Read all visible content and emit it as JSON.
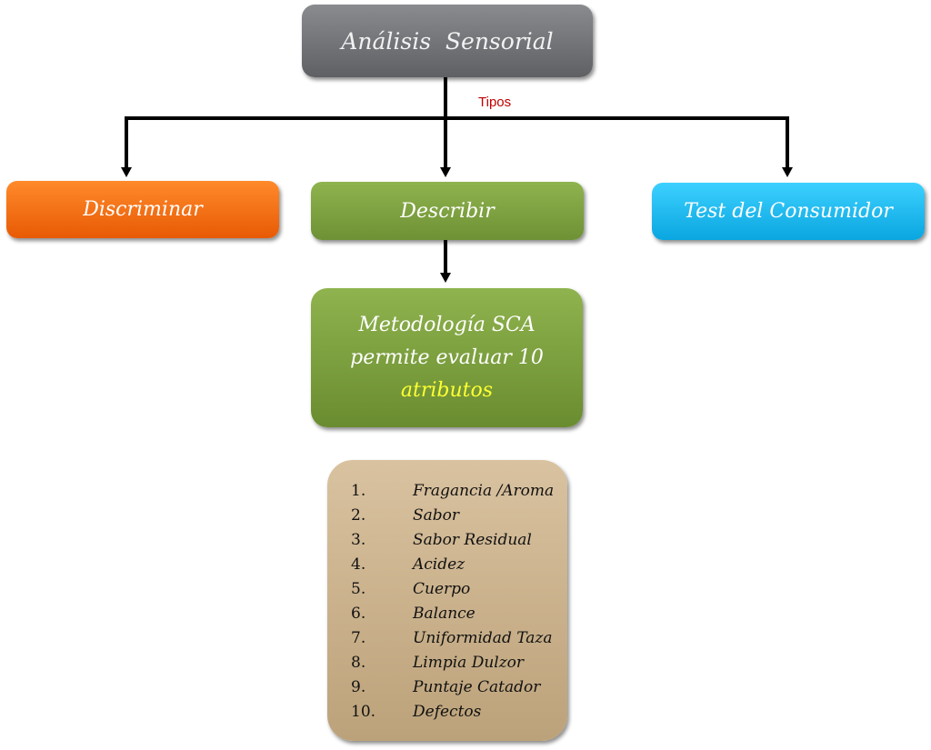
{
  "root": {
    "label": "Análisis  Sensorial"
  },
  "connector_label": "Tipos",
  "types": [
    {
      "label": "Discriminar",
      "color": "#f06a10"
    },
    {
      "label": "Describir",
      "color": "#7ea13f"
    },
    {
      "label": "Test del Consumidor",
      "color": "#1ab8f0"
    }
  ],
  "methodology": {
    "line1": "Metodología SCA",
    "line2": "permite evaluar 10",
    "line3": "atributos"
  },
  "attributes": [
    {
      "n": "1.",
      "label": "Fragancia /Aroma"
    },
    {
      "n": "2.",
      "label": "Sabor"
    },
    {
      "n": "3.",
      "label": "Sabor Residual"
    },
    {
      "n": "4.",
      "label": "Acidez"
    },
    {
      "n": "5.",
      "label": "Cuerpo"
    },
    {
      "n": "6.",
      "label": "Balance"
    },
    {
      "n": "7.",
      "label": "Uniformidad Taza"
    },
    {
      "n": "8.",
      "label": "Limpia Dulzor"
    },
    {
      "n": "9.",
      "label": "Puntaje Catador"
    },
    {
      "n": "10.",
      "label": "Defectos"
    }
  ]
}
